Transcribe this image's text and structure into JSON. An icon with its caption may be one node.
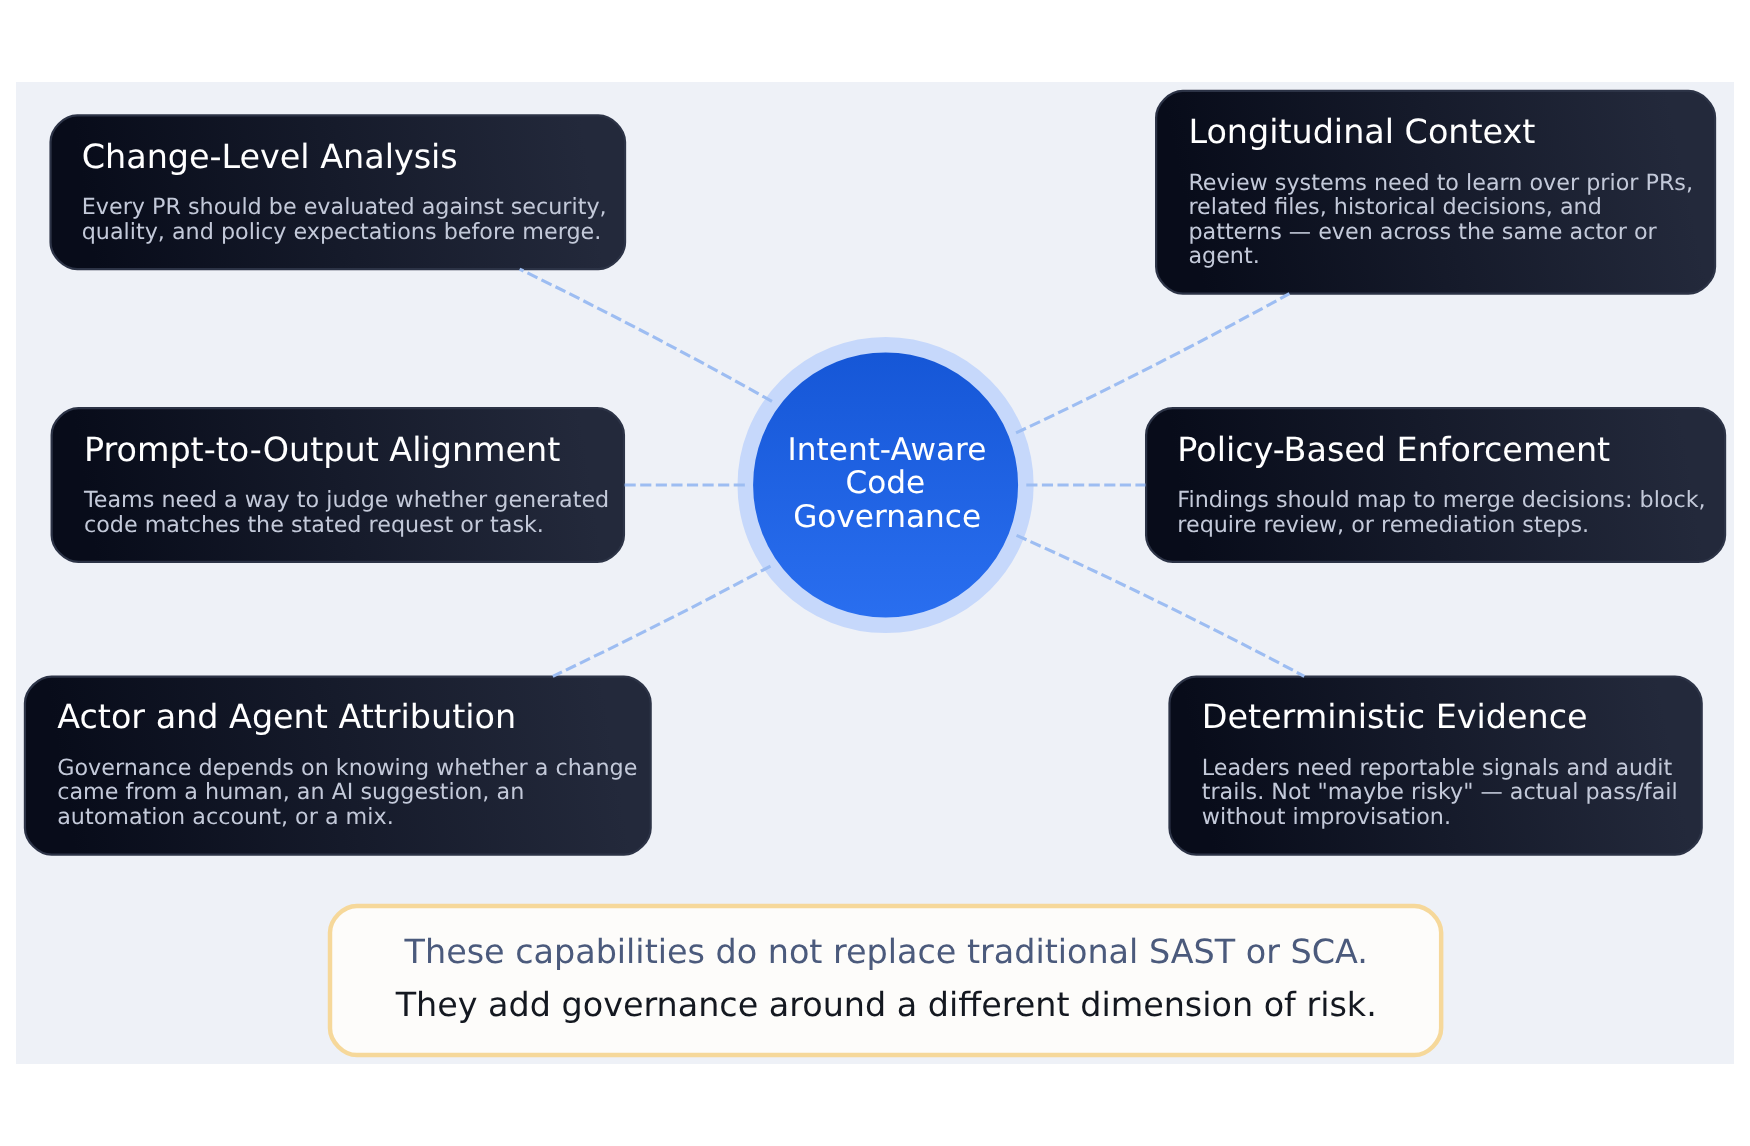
{
  "diagram": {
    "nodes": [
      {
        "text": [
          "Change-Level Analysis",
          "Every PR should be evaluated against security, quality, and policy expectations before merge."
        ]
      },
      {
        "text": [
          "Longitudinal Context",
          "Review systems need to learn over prior PRs, related files, historical decisions, and patterns — even across the same actor or agent."
        ]
      },
      {
        "text": [
          "Prompt-to-Output Alignment",
          "Teams need a way to judge whether generated code matches the stated request or task."
        ]
      },
      {
        "text": [
          "Intent-Aware Code Governance"
        ]
      },
      {
        "text": [
          "Policy-Based Enforcement",
          "Findings should map to merge decisions: block, require review, or remediation steps."
        ]
      },
      {
        "text": [
          "Actor and Agent Attribution",
          "Governance depends on knowing whether a change came from a human, an AI suggestion, an automation account, or a mix."
        ]
      },
      {
        "text": [
          "Deterministic Evidence",
          "Leaders need reportable signals and audit trails. Not \"maybe risky\" — actual pass/fail without improvisation."
        ]
      },
      {
        "text": [
          "These capabilities do not replace traditional SAST or SCA.",
          "They add governance around a different dimension of risk."
        ]
      }
    ],
    "edges": [
      {
        "from": 3,
        "to": 0,
        "arrow": "none",
        "style": "dashed"
      },
      {
        "from": 3,
        "to": 1,
        "arrow": "none",
        "style": "dashed"
      },
      {
        "from": 3,
        "to": 2,
        "arrow": "none",
        "style": "dashed"
      },
      {
        "from": 3,
        "to": 4,
        "arrow": "none",
        "style": "dashed"
      },
      {
        "from": 3,
        "to": 5,
        "arrow": "none",
        "style": "dashed"
      },
      {
        "from": 3,
        "to": 6,
        "arrow": "none",
        "style": "dashed"
      }
    ]
  }
}
